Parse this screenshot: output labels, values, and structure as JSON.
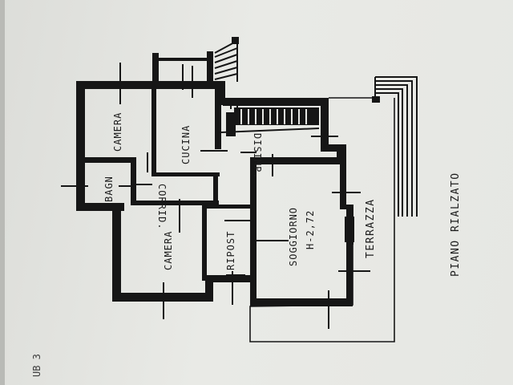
{
  "plan": {
    "title": "PIANO RIALZATO",
    "margin_text": "UB 3",
    "rooms": {
      "camera_top": "CAMERA",
      "cucina": "CUCINA",
      "disimp": "DISIMP.",
      "bagno": "BAGN",
      "corrid": "CORRID.",
      "camera_bottom": "CAMERA",
      "ripost": "RIPOST",
      "soggiorno": "SOGGIORNO",
      "soggiorno_height": "H-2,72",
      "terrazza": "TERRAZZA"
    }
  },
  "colors": {
    "wall": "#161616",
    "paper": "#e6e7e3",
    "ink": "#1c1c1c"
  }
}
